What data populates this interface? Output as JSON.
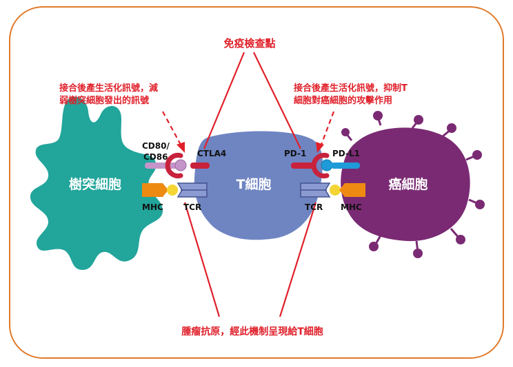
{
  "colors": {
    "border": "#E07A2A",
    "red": "#E0202A",
    "dendritic": "#22A59B",
    "tcell": "#6F85C2",
    "cancer": "#7A2A73",
    "mhc": "#EE8A12",
    "peptide": "#F4D533",
    "tcr": "#8B9AD0",
    "tcr_dark": "#43528F",
    "cd80": "#C495C8",
    "ctla4": "#C8223C",
    "pdl1": "#1E9BD8"
  },
  "labels": {
    "checkpoint": "免疫檢查點",
    "left_note_line1": "接合後產生活化訊號，減",
    "left_note_line2": "弱樹突細胞發出的訊號",
    "right_note_line1": "接合後產生活化訊號，抑制T",
    "right_note_line2": "細胞對癌細胞的攻擊作用",
    "bottom_note": "腫瘤抗原，經此機制呈現給T細胞",
    "dendritic_cell": "樹突細胞",
    "t_cell": "T細胞",
    "cancer_cell": "癌細胞",
    "cd80_line1": "CD80/",
    "cd80_line2": "CD86",
    "ctla4": "CTLA4",
    "pd1": "PD-1",
    "pdl1": "PD-L1",
    "mhc_left": "MHC",
    "tcr_left": "TCR",
    "tcr_right": "TCR",
    "mhc_right": "MHC"
  },
  "icons": {
    "receptor": "cup-receptor-icon",
    "ligand": "ball-ligand-icon",
    "peptide": "antigen-peptide-icon"
  }
}
